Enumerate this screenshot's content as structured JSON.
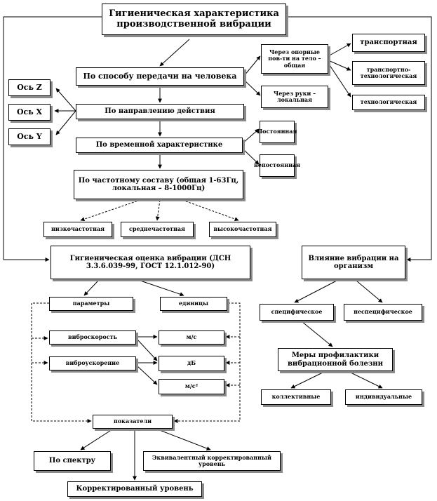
{
  "title": "Гигиеническая характеристика производственной вибрации",
  "by_transfer": "По способу передачи на человека",
  "transfer_general": "Через опорные пов-ти на тело – общая",
  "transfer_local": "Через руки – локальная",
  "general_types": [
    "транспортная",
    "транспортно-технологическая",
    "технологическая"
  ],
  "axes": [
    "Ось Z",
    "Ось X",
    "Ось Y"
  ],
  "by_direction": "По направлению действия",
  "by_time": "По временной характеристике",
  "time_types": [
    "Постоянная",
    "непостоянная"
  ],
  "by_frequency": "По частотному составу (общая 1-63Гц, локальная – 8-1000Гц)",
  "freq_types": [
    "низкочастотная",
    "среднечастотная",
    "высокочастотная"
  ],
  "hygienic_assessment": "Гигиеническая оценка вибрации (ДСН 3.3.6.039-99, ГОСТ 12.1.012-90)",
  "influence": "Влияние вибрации на организм",
  "influence_types": [
    "специфическое",
    "неспецифическое"
  ],
  "prevention": "Меры профилактики вибрационной болезни",
  "prevention_types": [
    "коллективные",
    "индивидуальные"
  ],
  "parameters": "параметры",
  "units": "единицы",
  "vibro_speed": "виброскорость",
  "vibro_accel": "виброускорение",
  "unit_ms": "м/с",
  "unit_db": "дБ",
  "unit_ms2": "м/с²",
  "indicators": "показатели",
  "by_spectrum": "По спектру",
  "equivalent_level": "Эквивалентный корректированный уровень",
  "corrected_level": "Корректированный уровень"
}
